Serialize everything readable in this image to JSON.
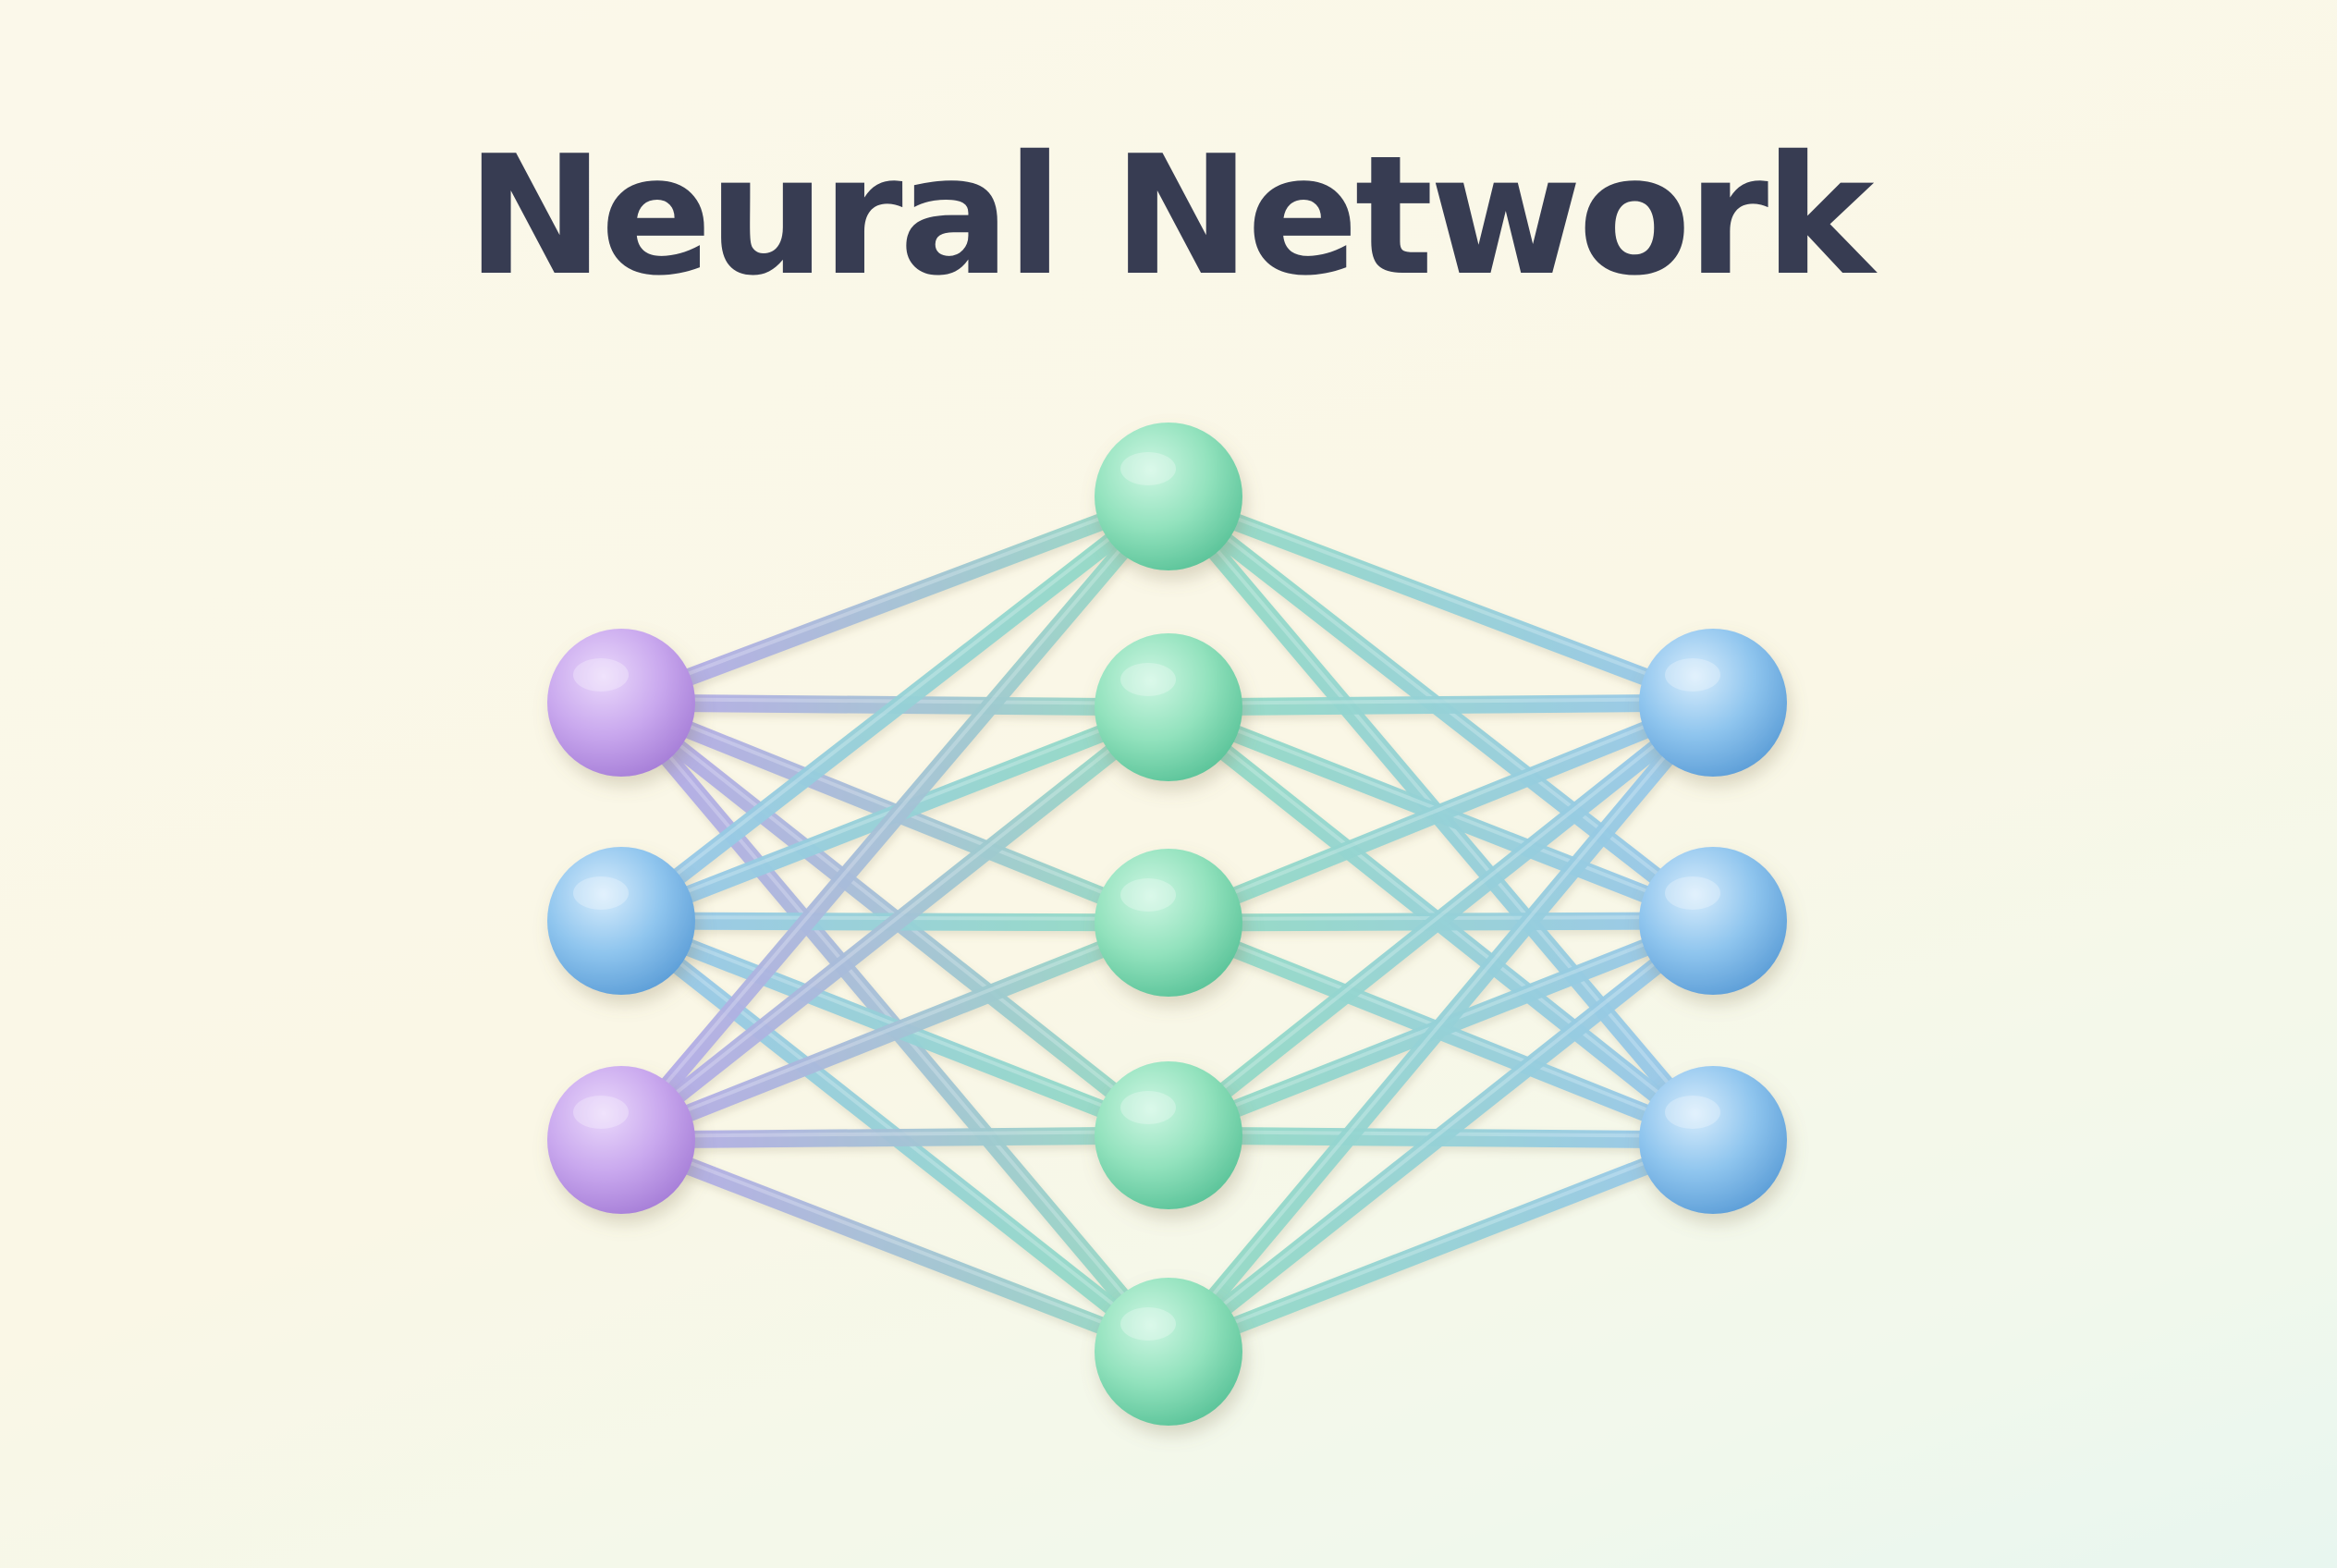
{
  "title": "Neural Network",
  "network": {
    "layers": [
      {
        "name": "input",
        "node_colors": [
          "purple",
          "blue",
          "purple"
        ]
      },
      {
        "name": "hidden",
        "node_colors": [
          "green",
          "green",
          "green",
          "green",
          "green"
        ]
      },
      {
        "name": "output",
        "node_colors": [
          "blue",
          "blue",
          "blue"
        ]
      }
    ],
    "connections": "fully-connected",
    "colors": {
      "purple": "#c29fe8",
      "blue": "#86bde8",
      "green": "#8fe3bc",
      "edge_purple": "#b7a6ea",
      "edge_blue": "#98c6ec",
      "edge_green": "#93dcc2",
      "title": "#373c52"
    }
  }
}
